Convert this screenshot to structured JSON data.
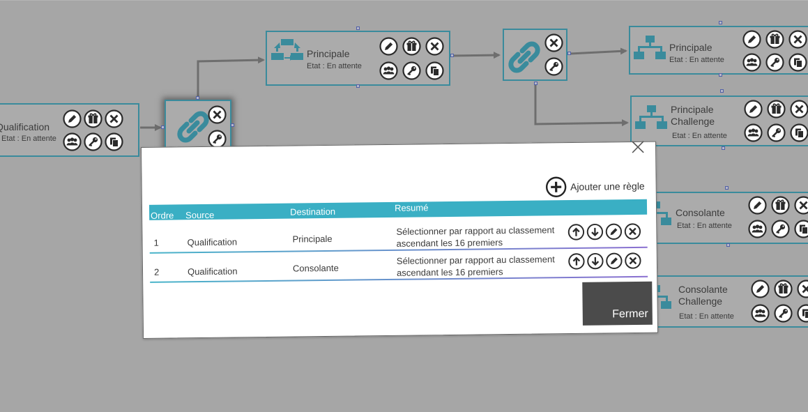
{
  "diagram": {
    "nodes": [
      {
        "id": "qualification",
        "title": "Qualification",
        "status": "Etat : En attente"
      },
      {
        "id": "principale-top",
        "title": "Principale",
        "status": "Etat : En attente"
      },
      {
        "id": "principale-right",
        "title": "Principale",
        "status": "Etat : En attente"
      },
      {
        "id": "principale-challenge",
        "title": "Principale\nChallenge",
        "status": "Etat : En attente"
      },
      {
        "id": "consolante",
        "title": "Consolante",
        "status": "Etat : En attente"
      },
      {
        "id": "consolante-challenge",
        "title": "Consolante\nChallenge",
        "status": "Etat : En attente"
      }
    ],
    "icons": {
      "edit": "pencil-icon",
      "gift": "gift-icon",
      "delete": "close-circle-icon",
      "group": "group-icon",
      "key": "key-icon",
      "copy": "copy-icon",
      "link": "chain-link-icon",
      "bracket": "bracket-tree-icon",
      "cycle": "cycle-flow-icon"
    },
    "colors": {
      "teal": "#3a8b9c",
      "canvas": "#a6a6a6",
      "header": "#3aafc4",
      "dark_button": "#4b4b4b"
    }
  },
  "dialog": {
    "add_rule_label": "Ajouter une règle",
    "columns": {
      "order": "Ordre",
      "source": "Source",
      "destination": "Destination",
      "summary": "Resumé"
    },
    "rows": [
      {
        "order": "1",
        "source": "Qualification",
        "destination": "Principale",
        "summary": "Sélectionner par rapport au classement ascendant les 16 premiers"
      },
      {
        "order": "2",
        "source": "Qualification",
        "destination": "Consolante",
        "summary": "Sélectionner par rapport au classement ascendant les 16 premiers"
      }
    ],
    "close_button_label": "Fermer"
  }
}
